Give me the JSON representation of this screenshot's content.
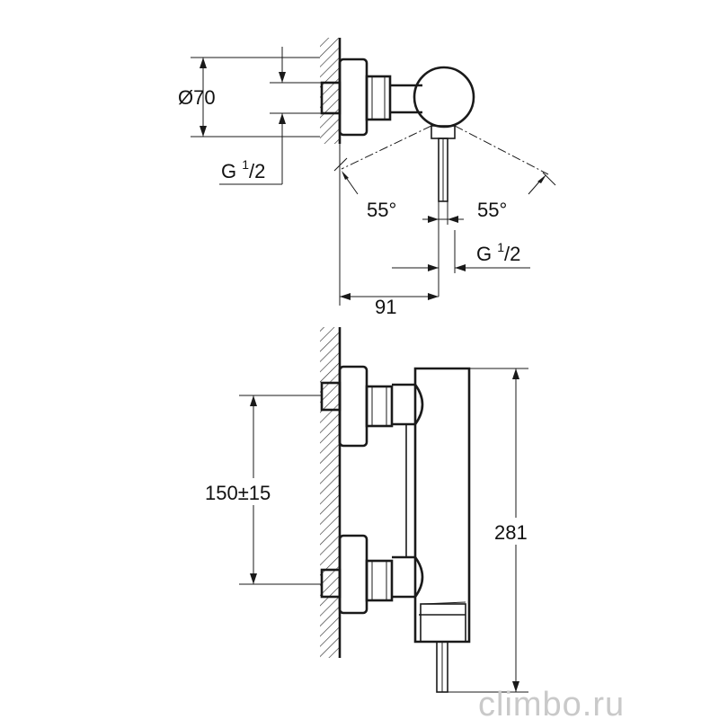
{
  "top_view": {
    "diameter_label": "Ø70",
    "thread_left": {
      "main": "G ",
      "num": "1",
      "den": "/2"
    },
    "angle_left": "55°",
    "angle_right": "55°",
    "thread_right": {
      "main": "G ",
      "num": "1",
      "den": "/2"
    },
    "projection_label": "91"
  },
  "side_view": {
    "spacing_label": "150±15",
    "height_label": "281"
  },
  "watermark": "climbo.ru"
}
